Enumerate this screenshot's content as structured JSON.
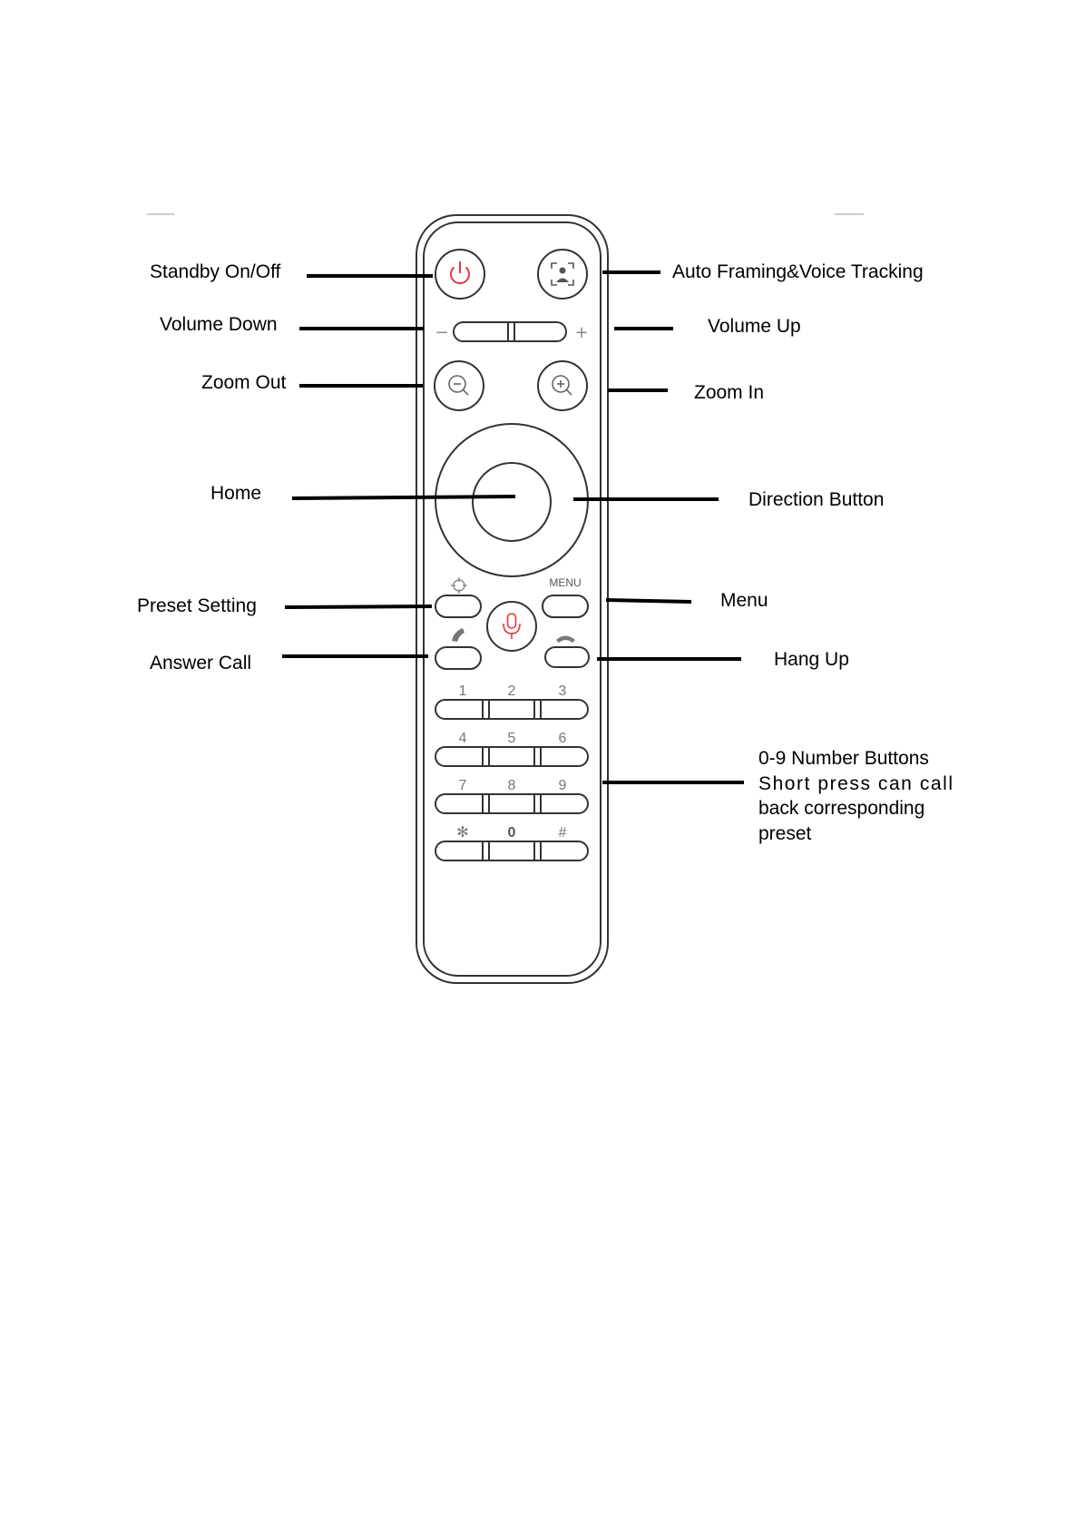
{
  "labels": {
    "standby": "Standby On/Off",
    "volume_down": "Volume Down",
    "zoom_out": "Zoom Out",
    "home": "Home",
    "preset_setting": "Preset Setting",
    "answer_call": "Answer Call",
    "auto_framing": "Auto Framing&Voice Tracking",
    "volume_up": "Volume Up",
    "zoom_in": "Zoom In",
    "direction": "Direction Button",
    "menu": "Menu",
    "hang_up": "Hang Up",
    "number_buttons": [
      "0-9 Number Buttons",
      "Short  press  can  call",
      "back corresponding",
      "preset"
    ]
  },
  "remote": {
    "volume_minus": "−",
    "volume_plus": "+",
    "menu_key": "MENU",
    "keypad": [
      [
        "1",
        "2",
        "3"
      ],
      [
        "4",
        "5",
        "6"
      ],
      [
        "7",
        "8",
        "9"
      ],
      [
        "✻",
        "0",
        "#"
      ]
    ]
  },
  "colors": {
    "accent_red": "#e8373a"
  },
  "icons": [
    "power-icon",
    "person-frame-icon",
    "zoom-out-icon",
    "zoom-in-icon",
    "crosshair-icon",
    "microphone-icon",
    "answer-phone-icon",
    "hangup-phone-icon"
  ]
}
